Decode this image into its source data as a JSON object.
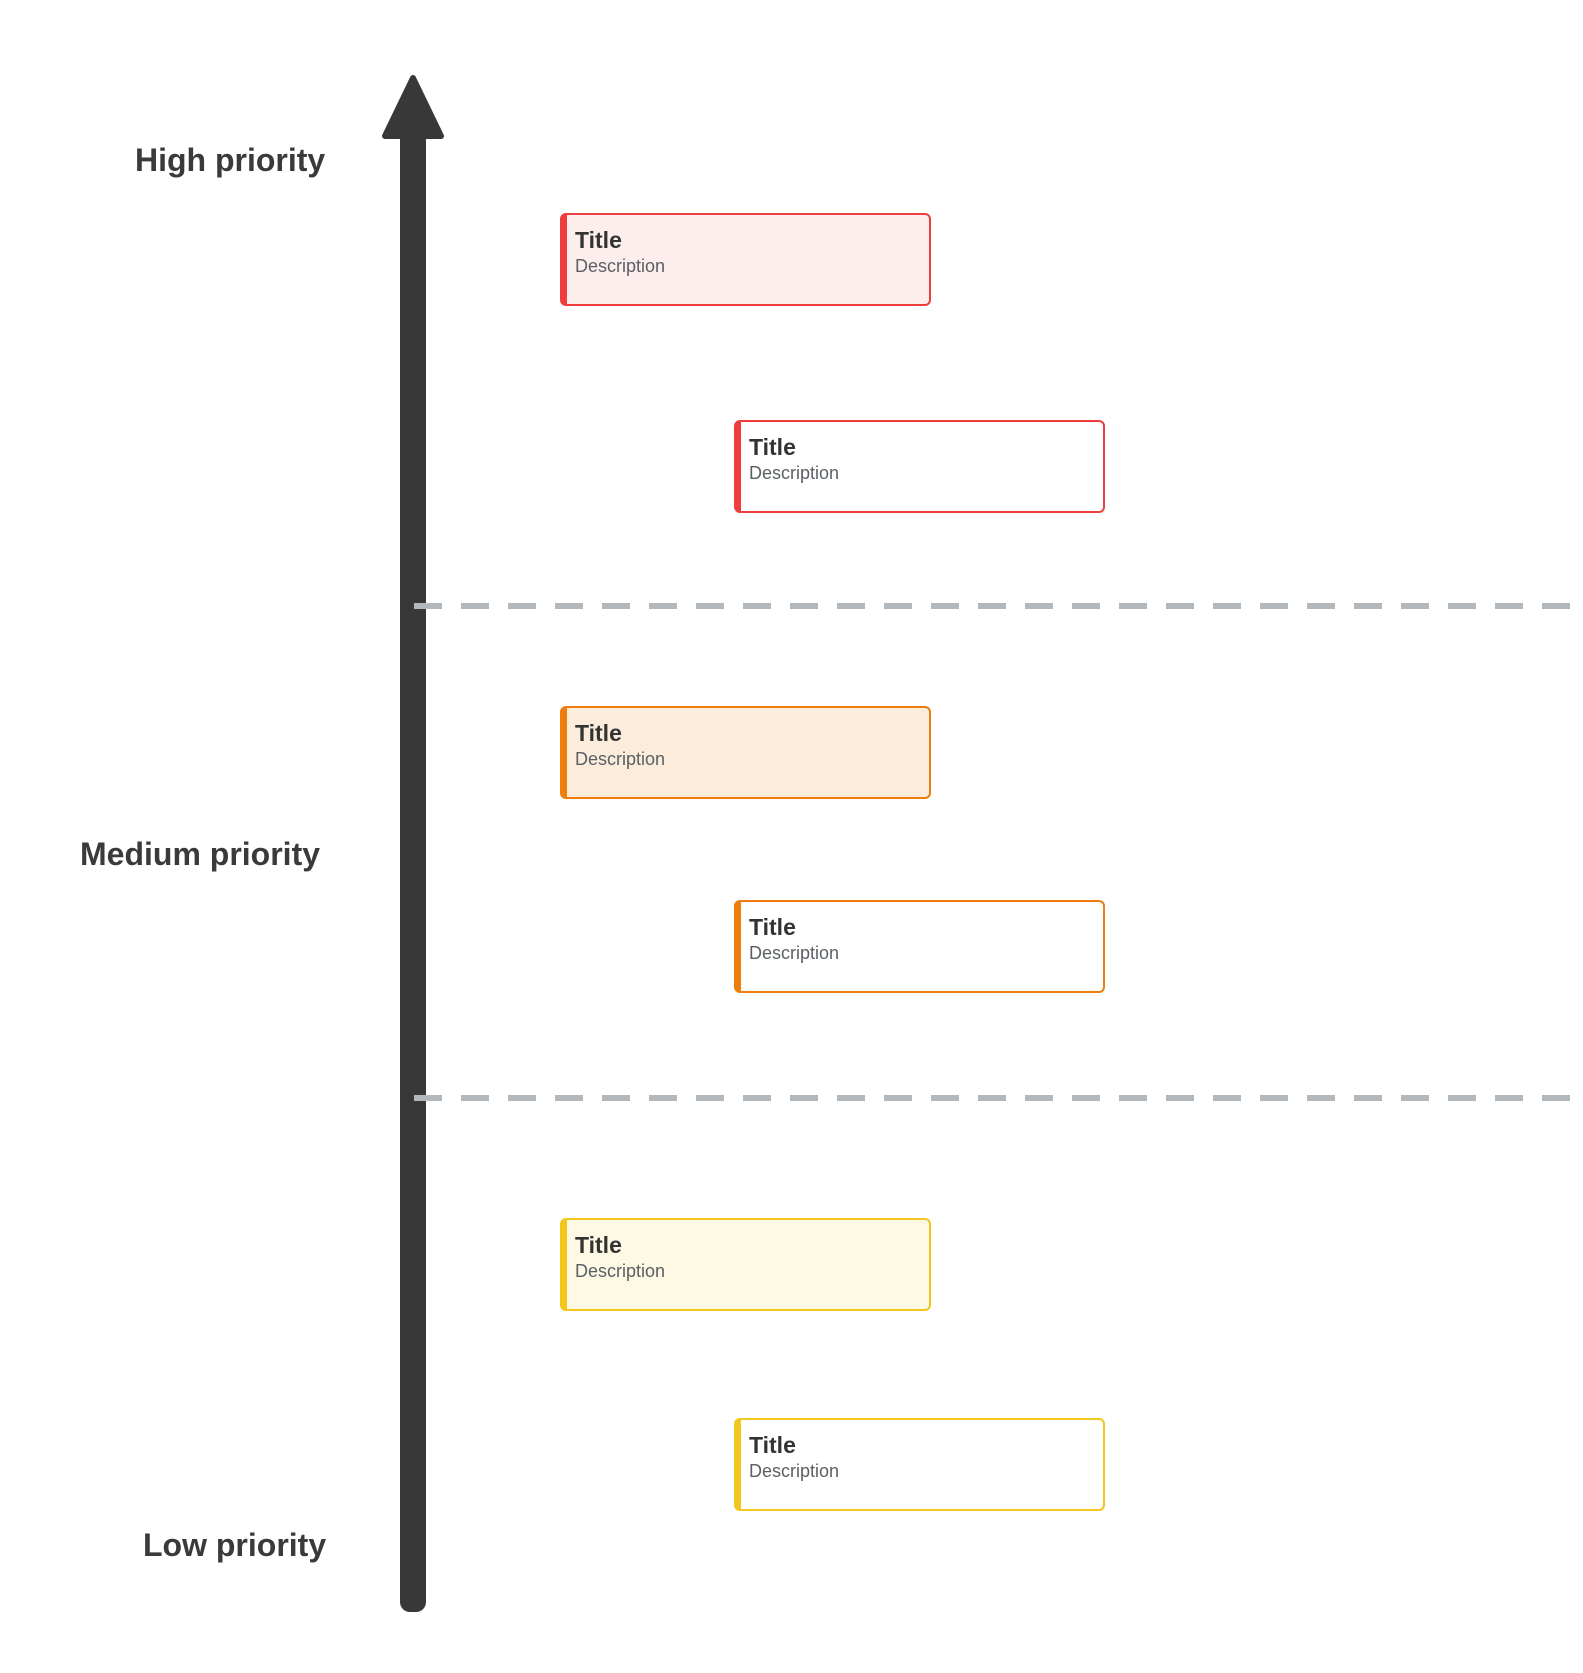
{
  "diagram": {
    "axis": {
      "high_label": "High priority",
      "medium_label": "Medium priority",
      "low_label": "Low priority"
    },
    "colors": {
      "arrow": "#383838",
      "divider": "#b3b8bc",
      "red_accent": "#ee3d3d",
      "red_fill": "#fdeded",
      "orange_accent": "#ee7d0e",
      "orange_fill": "#fcecdc",
      "yellow_accent": "#f2c61d",
      "yellow_fill": "#fdf9e4",
      "title_text": "#333333",
      "description_text": "#5b6064",
      "label_text": "#3a3a3a"
    },
    "cards": [
      {
        "section": "high",
        "variant": "filled",
        "color": "red",
        "title": "Title",
        "description": "Description"
      },
      {
        "section": "high",
        "variant": "outline",
        "color": "red",
        "title": "Title",
        "description": "Description"
      },
      {
        "section": "medium",
        "variant": "filled",
        "color": "orange",
        "title": "Title",
        "description": "Description"
      },
      {
        "section": "medium",
        "variant": "outline",
        "color": "orange",
        "title": "Title",
        "description": "Description"
      },
      {
        "section": "low",
        "variant": "filled",
        "color": "yellow",
        "title": "Title",
        "description": "Description"
      },
      {
        "section": "low",
        "variant": "outline",
        "color": "yellow",
        "title": "Title",
        "description": "Description"
      }
    ]
  }
}
